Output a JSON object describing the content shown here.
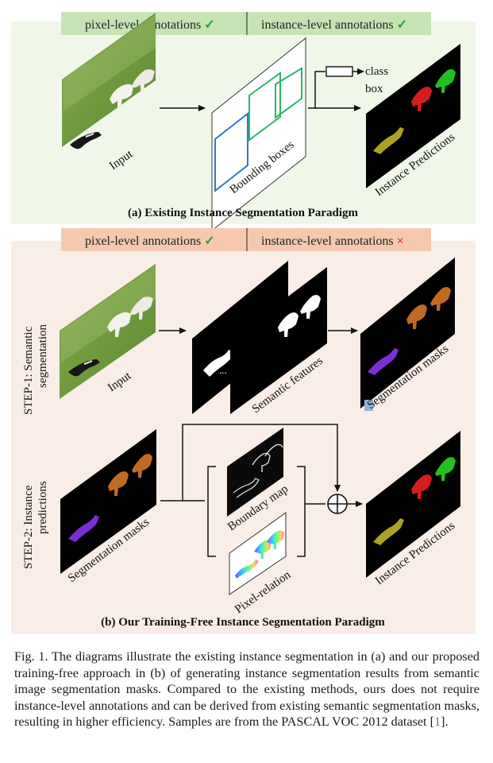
{
  "panel_a": {
    "header": {
      "left_label": "pixel-level annotations",
      "left_mark": "✓",
      "right_label": "instance-level annotations",
      "right_mark": "✓"
    },
    "input_label": "Input",
    "bbox_label": "Bounding boxes",
    "class_label": "class",
    "box_label": "box",
    "pred_label": "Instance Predictions",
    "title": "(a) Existing Instance Segmentation Paradigm"
  },
  "panel_b": {
    "header": {
      "left_label": "pixel-level annotations",
      "left_mark": "✓",
      "right_label": "instance-level annotations",
      "right_mark": "×"
    },
    "step1_line1": "STEP-1: Semantic",
    "step1_line2": "segmentation",
    "step2_line1": "STEP-2: Instance",
    "step2_line2": "predictions",
    "input_label": "Input",
    "features_label": "Semantic features",
    "dots": "...",
    "seg_masks_label": "Segmentation masks",
    "seg_masks_label_2": "Segmentation masks",
    "boundary_label": "Boundary map",
    "pixel_relation_label": "Pixel-relation",
    "pred_label": "Instance Predictions",
    "title": "(b) Our Training-Free Instance Segmentation Paradigm"
  },
  "caption": {
    "text": "Fig. 1.  The diagrams illustrate the existing instance segmentation in (a) and our proposed training-free approach in (b) of generating instance segmentation results from semantic image segmentation masks. Compared to the existing methods, ours does not require instance-level annotations and can be derived from existing semantic segmentation masks, resulting in higher efficiency. Samples are from the PASCAL VOC 2012 dataset [",
    "ref": "1",
    "end": "]."
  },
  "colors": {
    "panel_a_bg": "#f0f7e9",
    "panel_a_header": "#c6e3b4",
    "panel_b_bg": "#f9ede7",
    "panel_b_header": "#f6c9ae",
    "check_green": "#22a33b",
    "cross_red": "#e0322b",
    "ref_green": "#23a83a"
  }
}
